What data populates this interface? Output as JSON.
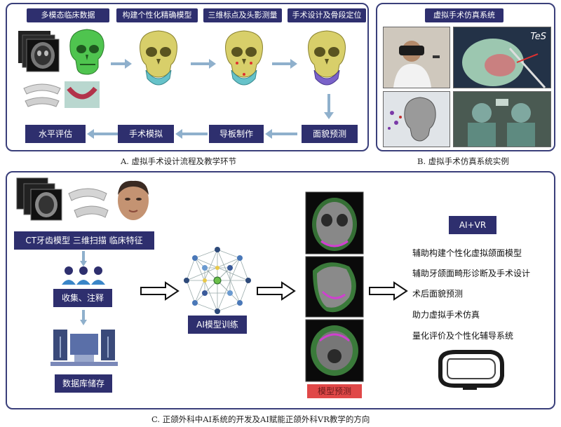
{
  "panelA": {
    "steps": [
      "多模态临床数据",
      "构建个性化精确模型",
      "三维标点及头影测量",
      "手术设计及骨段定位"
    ],
    "bottom_steps": [
      "水平评估",
      "手术模拟",
      "导板制作",
      "面貌预测"
    ],
    "caption": "A. 虚拟手术设计流程及教学环节"
  },
  "panelB": {
    "title": "虚拟手术仿真系统",
    "screen_text": "TeS",
    "caption": "B. 虚拟手术仿真系统实例"
  },
  "panelC": {
    "data_label": "CT牙齿模型  三维扫描  临床特征",
    "annotate_label": "收集、注释",
    "database_label": "数据库储存",
    "ai_train_label": "AI模型训练",
    "predict_label": "模型预测",
    "ai_vr_label": "AI+VR",
    "ai_vr_items": [
      "辅助构建个性化虚拟颌面模型",
      "辅助牙颌面畸形诊断及手术设计",
      "术后面貌预测",
      "助力虚拟手术仿真",
      "量化评价及个性化辅导系统"
    ],
    "caption": "C. 正颌外科中AI系统的开发及AI赋能正颌外科VR教学的方向"
  },
  "colors": {
    "tag_bg": "#2e2f6e",
    "panel_border": "#3a3f7a",
    "arrow": "#8fb0cc",
    "predict": "#e04848"
  }
}
